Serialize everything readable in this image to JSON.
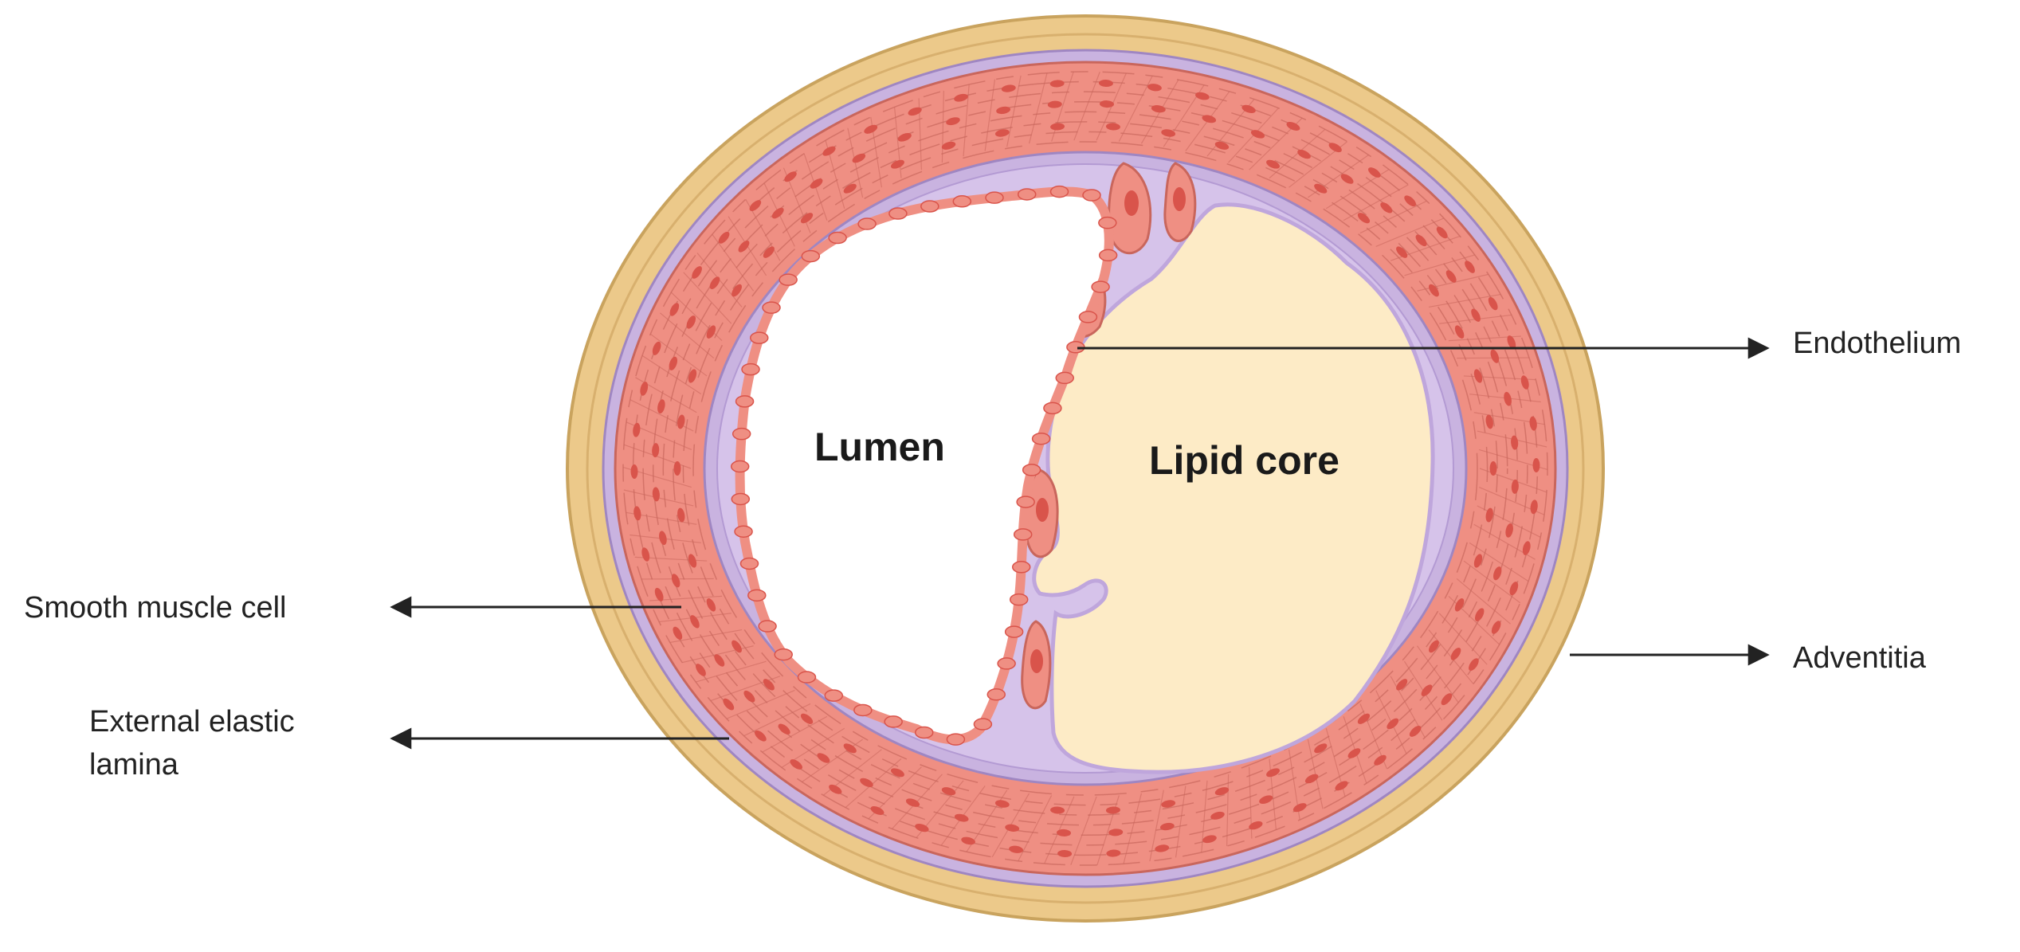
{
  "diagram": {
    "labels": {
      "lumen": "Lumen",
      "lipid_core": "Lipid core",
      "endothelium": "Endothelium",
      "adventitia": "Adventitia",
      "smooth_muscle_cell": "Smooth muscle cell",
      "external_elastic_lamina_line1": "External elastic",
      "external_elastic_lamina_line2": "lamina"
    },
    "colors": {
      "adventitia": "#ecc98a",
      "adventitia_edge": "#c9a35e",
      "elastic_lamina": "#c9b3e0",
      "media": "#ef8f83",
      "media_fiber": "#c9665c",
      "smc_nucleus": "#d9544b",
      "intima": "#d6c3ea",
      "lipid_core": "#fdebc6",
      "lumen": "#ffffff",
      "arrow": "#222222"
    }
  }
}
